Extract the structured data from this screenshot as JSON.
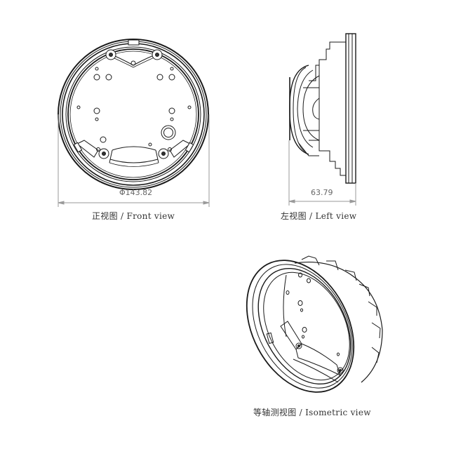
{
  "views": {
    "front": {
      "caption": "正视图 / Front view",
      "dimension": {
        "label": "Φ143.82",
        "type": "diameter",
        "value": 143.82
      }
    },
    "left": {
      "caption": "左视图 / Left view",
      "dimension": {
        "label": "63.79",
        "type": "linear",
        "value": 63.79
      }
    },
    "isometric": {
      "caption": "等轴测视图 / Isometric view"
    }
  },
  "colors": {
    "line": "#1a1a1a",
    "dimension_line": "#9a9a9a",
    "background": "#ffffff"
  }
}
